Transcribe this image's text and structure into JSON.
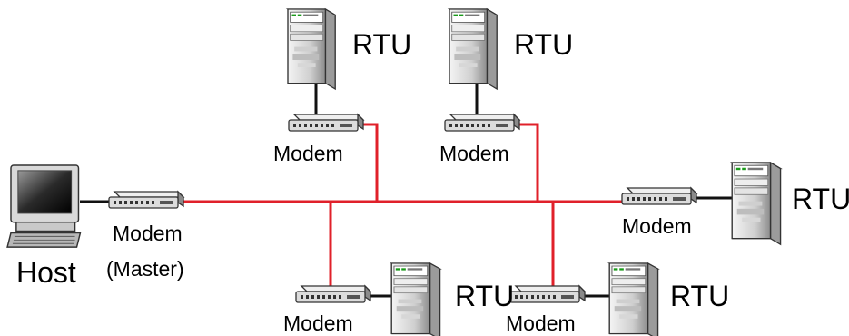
{
  "labels": {
    "rtu": "RTU",
    "modem": "Modem",
    "host": "Host",
    "master": "(Master)"
  },
  "colors": {
    "link": "#e0202a",
    "wire": "#111111"
  },
  "icons": {
    "host": "desktop-computer-icon",
    "modem": "modem-icon",
    "rtu": "tower-server-icon"
  }
}
